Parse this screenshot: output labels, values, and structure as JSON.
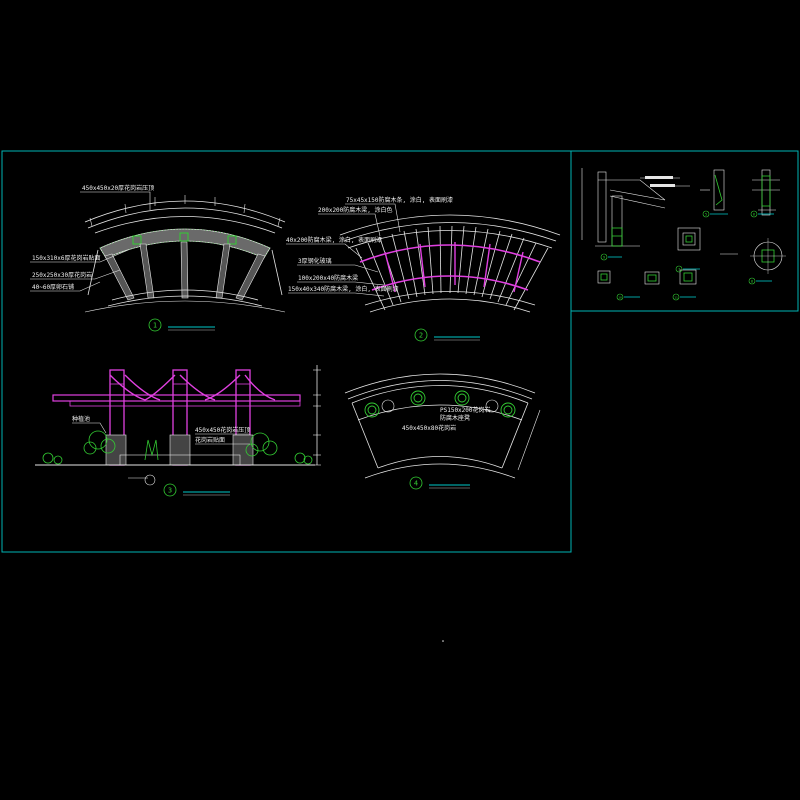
{
  "colors": {
    "background": "#000000",
    "frame": "#00b4b4",
    "line_white": "#e6e6e6",
    "line_green": "#33cc33",
    "line_magenta": "#e040e0",
    "line_cyan": "#00c8c8",
    "line_yellow": "#e6e600",
    "text_white": "#f0f0f0"
  },
  "view1": {
    "circle_number": "1",
    "labels": [
      "450x450x20厚花岗岩压顶",
      "150x310x6厚花岗岩贴面",
      "250x250x30厚花岗岩",
      "40~60厚卵石铺"
    ]
  },
  "view2": {
    "circle_number": "2",
    "labels": [
      "75x45x150防腐木条, 涂白, 表面刷漆",
      "200x200防腐木梁, 涂白色",
      "40x200防腐木梁, 涂白, 表面刷漆",
      "3厚钢化玻璃",
      "100x200x40防腐木梁",
      "150x40x340防腐木梁, 涂白, 表面刷漆"
    ]
  },
  "view3": {
    "circle_number": "3",
    "labels": [
      "种植池",
      "450x450花岗岩压顶",
      "花岗岩贴面"
    ]
  },
  "view4": {
    "circle_number": "4",
    "labels": [
      "PS150x200花岗岩",
      "防腐木座凳",
      "450x450x80花岗岩"
    ]
  },
  "detail_sheet": {
    "circle_numbers": [
      "5",
      "6",
      "7",
      "8",
      "9",
      "10",
      "11"
    ]
  }
}
